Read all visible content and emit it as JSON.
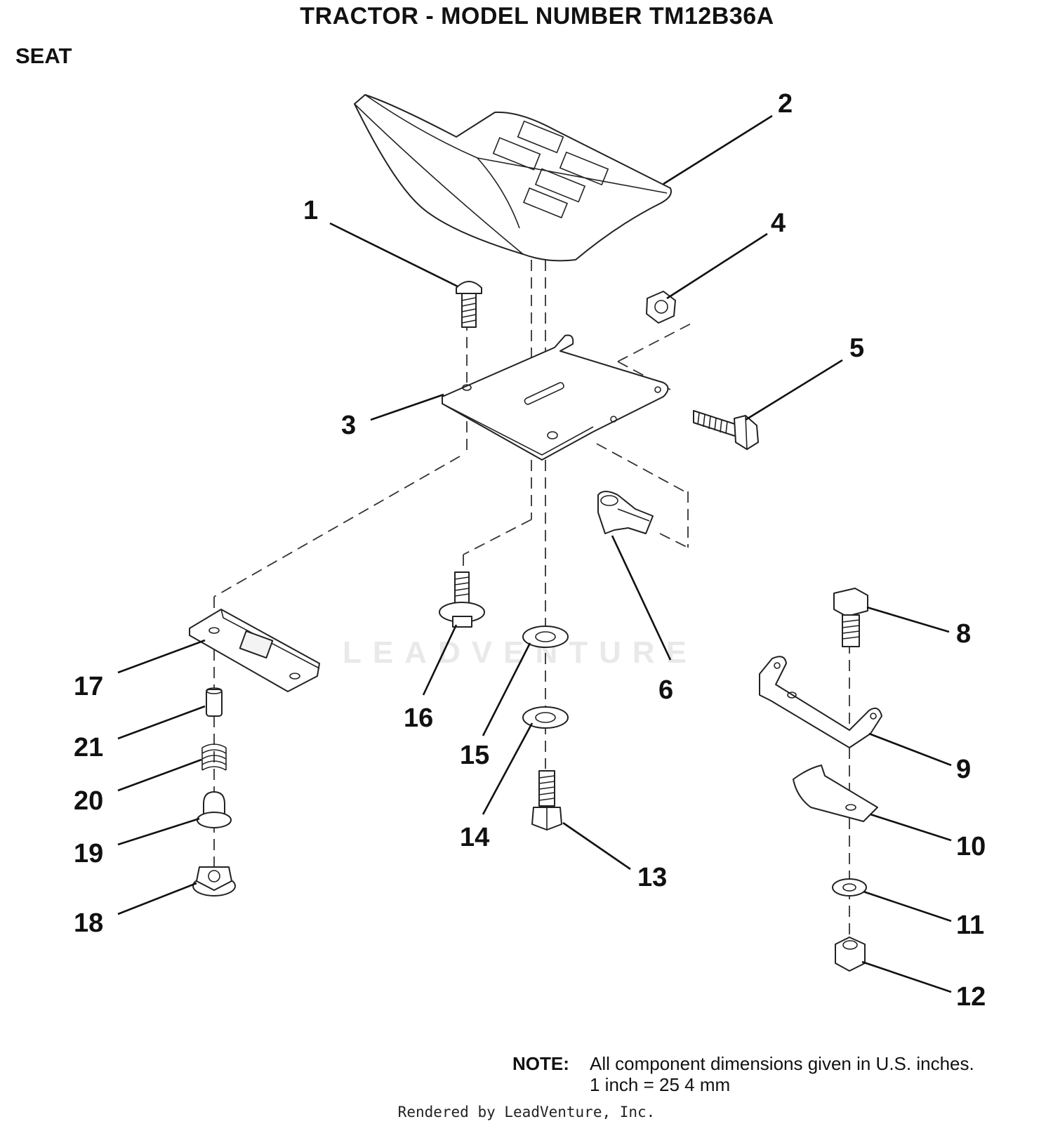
{
  "title": "TRACTOR  - MODEL NUMBER TM12B36A",
  "section": "SEAT",
  "callouts": [
    "1",
    "2",
    "3",
    "4",
    "5",
    "6",
    "8",
    "9",
    "10",
    "11",
    "12",
    "13",
    "14",
    "15",
    "16",
    "17",
    "18",
    "19",
    "20",
    "21"
  ],
  "note": {
    "label": "NOTE:",
    "line1": "All component dimensions given in U.S. inches.",
    "line2": "1 inch = 25 4 mm"
  },
  "watermark": "LEADVENTURE",
  "footer": "Rendered by LeadVenture, Inc."
}
